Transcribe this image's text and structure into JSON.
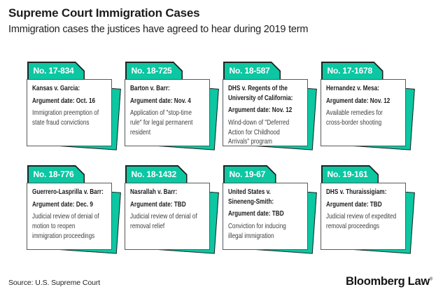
{
  "header": {
    "title": "Supreme Court Immigration Cases",
    "subtitle": "Immigration cases the justices have agreed to hear during 2019 term"
  },
  "colors": {
    "accent_teal": "#0cc7a2",
    "outline_dark": "#231f20",
    "card_border_gray": "#58595b"
  },
  "cases": [
    {
      "number": "No. 17-834",
      "name": "Kansas v. Garcia:",
      "argument": "Argument date: Oct. 16",
      "description": "Immigration preemption of\nstate fraud convictions"
    },
    {
      "number": "No. 18-725",
      "name": "Barton v. Barr:",
      "argument": "Argument date: Nov. 4",
      "description": "Application of \"stop-time\nrule\" for legal permanent\nresident"
    },
    {
      "number": "No. 18-587",
      "name": "DHS v. Regents of the\nUniversity of California:",
      "argument": "Argument date: Nov. 12",
      "description": "Wind-down of \"Deferred\nAction for Childhood\nArrivals\" program"
    },
    {
      "number": "No. 17-1678",
      "name": "Hernandez v. Mesa:",
      "argument": "Argument date: Nov. 12",
      "description": "Available remedies for\ncross-border shooting"
    },
    {
      "number": "No. 18-776",
      "name": "Guerrero-Lasprilla v. Barr:",
      "argument": "Argument date: Dec. 9",
      "description": "Judicial review of denial of\nmotion to reopen\nimmigration proceedings"
    },
    {
      "number": "No. 18-1432",
      "name": "Nasrallah v. Barr:",
      "argument": "Argument date: TBD",
      "description": "Judicial review of denial of\nremoval relief"
    },
    {
      "number": "No. 19-67",
      "name": "United States v.\nSineneng-Smith:",
      "argument": "Argument date: TBD",
      "description": "Conviction for inducing\nillegal immigration"
    },
    {
      "number": "No. 19-161",
      "name": "DHS v. Thuraissigiam:",
      "argument": "Argument date: TBD",
      "description": "Judicial review of expedited\nremoval proceedings"
    }
  ],
  "footer": {
    "source": "Source: U.S. Supreme Court",
    "logo": "Bloomberg Law",
    "logo_mark": "®"
  }
}
